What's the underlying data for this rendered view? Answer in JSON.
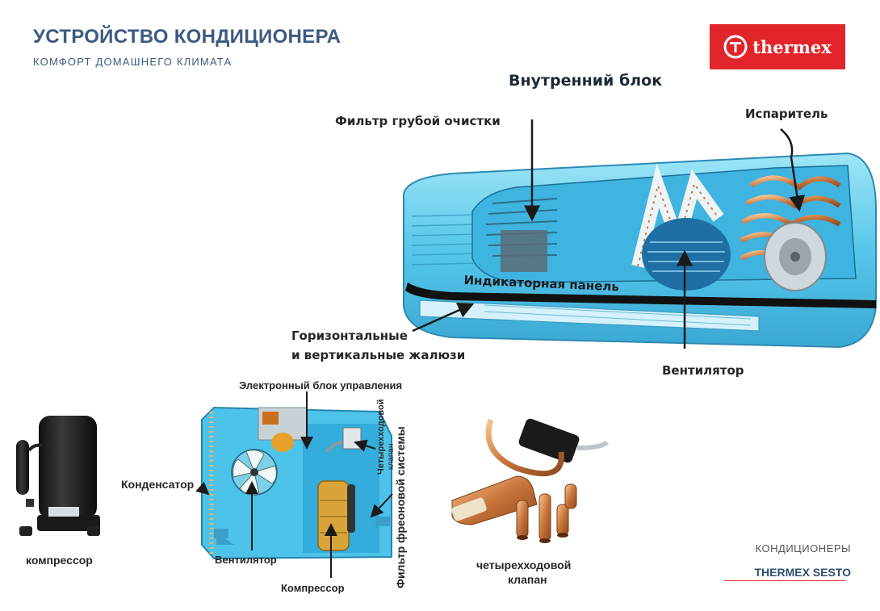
{
  "header": {
    "title": "УСТРОЙСТВО КОНДИЦИОНЕРА",
    "subtitle": "КОМФОРТ ДОМАШНЕГО КЛИМАТА"
  },
  "brand": {
    "logo_text": "thermex",
    "color": "#e1252b"
  },
  "indoor_unit": {
    "heading": "Внутренний блок",
    "labels": {
      "coarse_filter": "Фильтр грубой очистки",
      "evaporator": "Испаритель",
      "indicator_panel": "Индикаторная панель",
      "louvers_line1": "Горизонтальные",
      "louvers_line2": "и вертикальные жалюзи",
      "fan": "Вентилятор"
    }
  },
  "outdoor_unit": {
    "labels": {
      "control_unit": "Электронный блок управления",
      "condenser": "Конденсатор",
      "fan": "Вентилятор",
      "compressor": "Компрессор",
      "four_way_valve_small_line1": "Четырехходовой",
      "four_way_valve_small_line2": "клапан",
      "freon_filter": "Фильтр фреоновой системы"
    }
  },
  "components": {
    "compressor_caption": "компрессор",
    "valve_caption_line1": "четырехходовой",
    "valve_caption_line2": "клапан"
  },
  "footer": {
    "category": "КОНДИЦИОНЕРЫ",
    "series": "THERMEX SESTO"
  }
}
